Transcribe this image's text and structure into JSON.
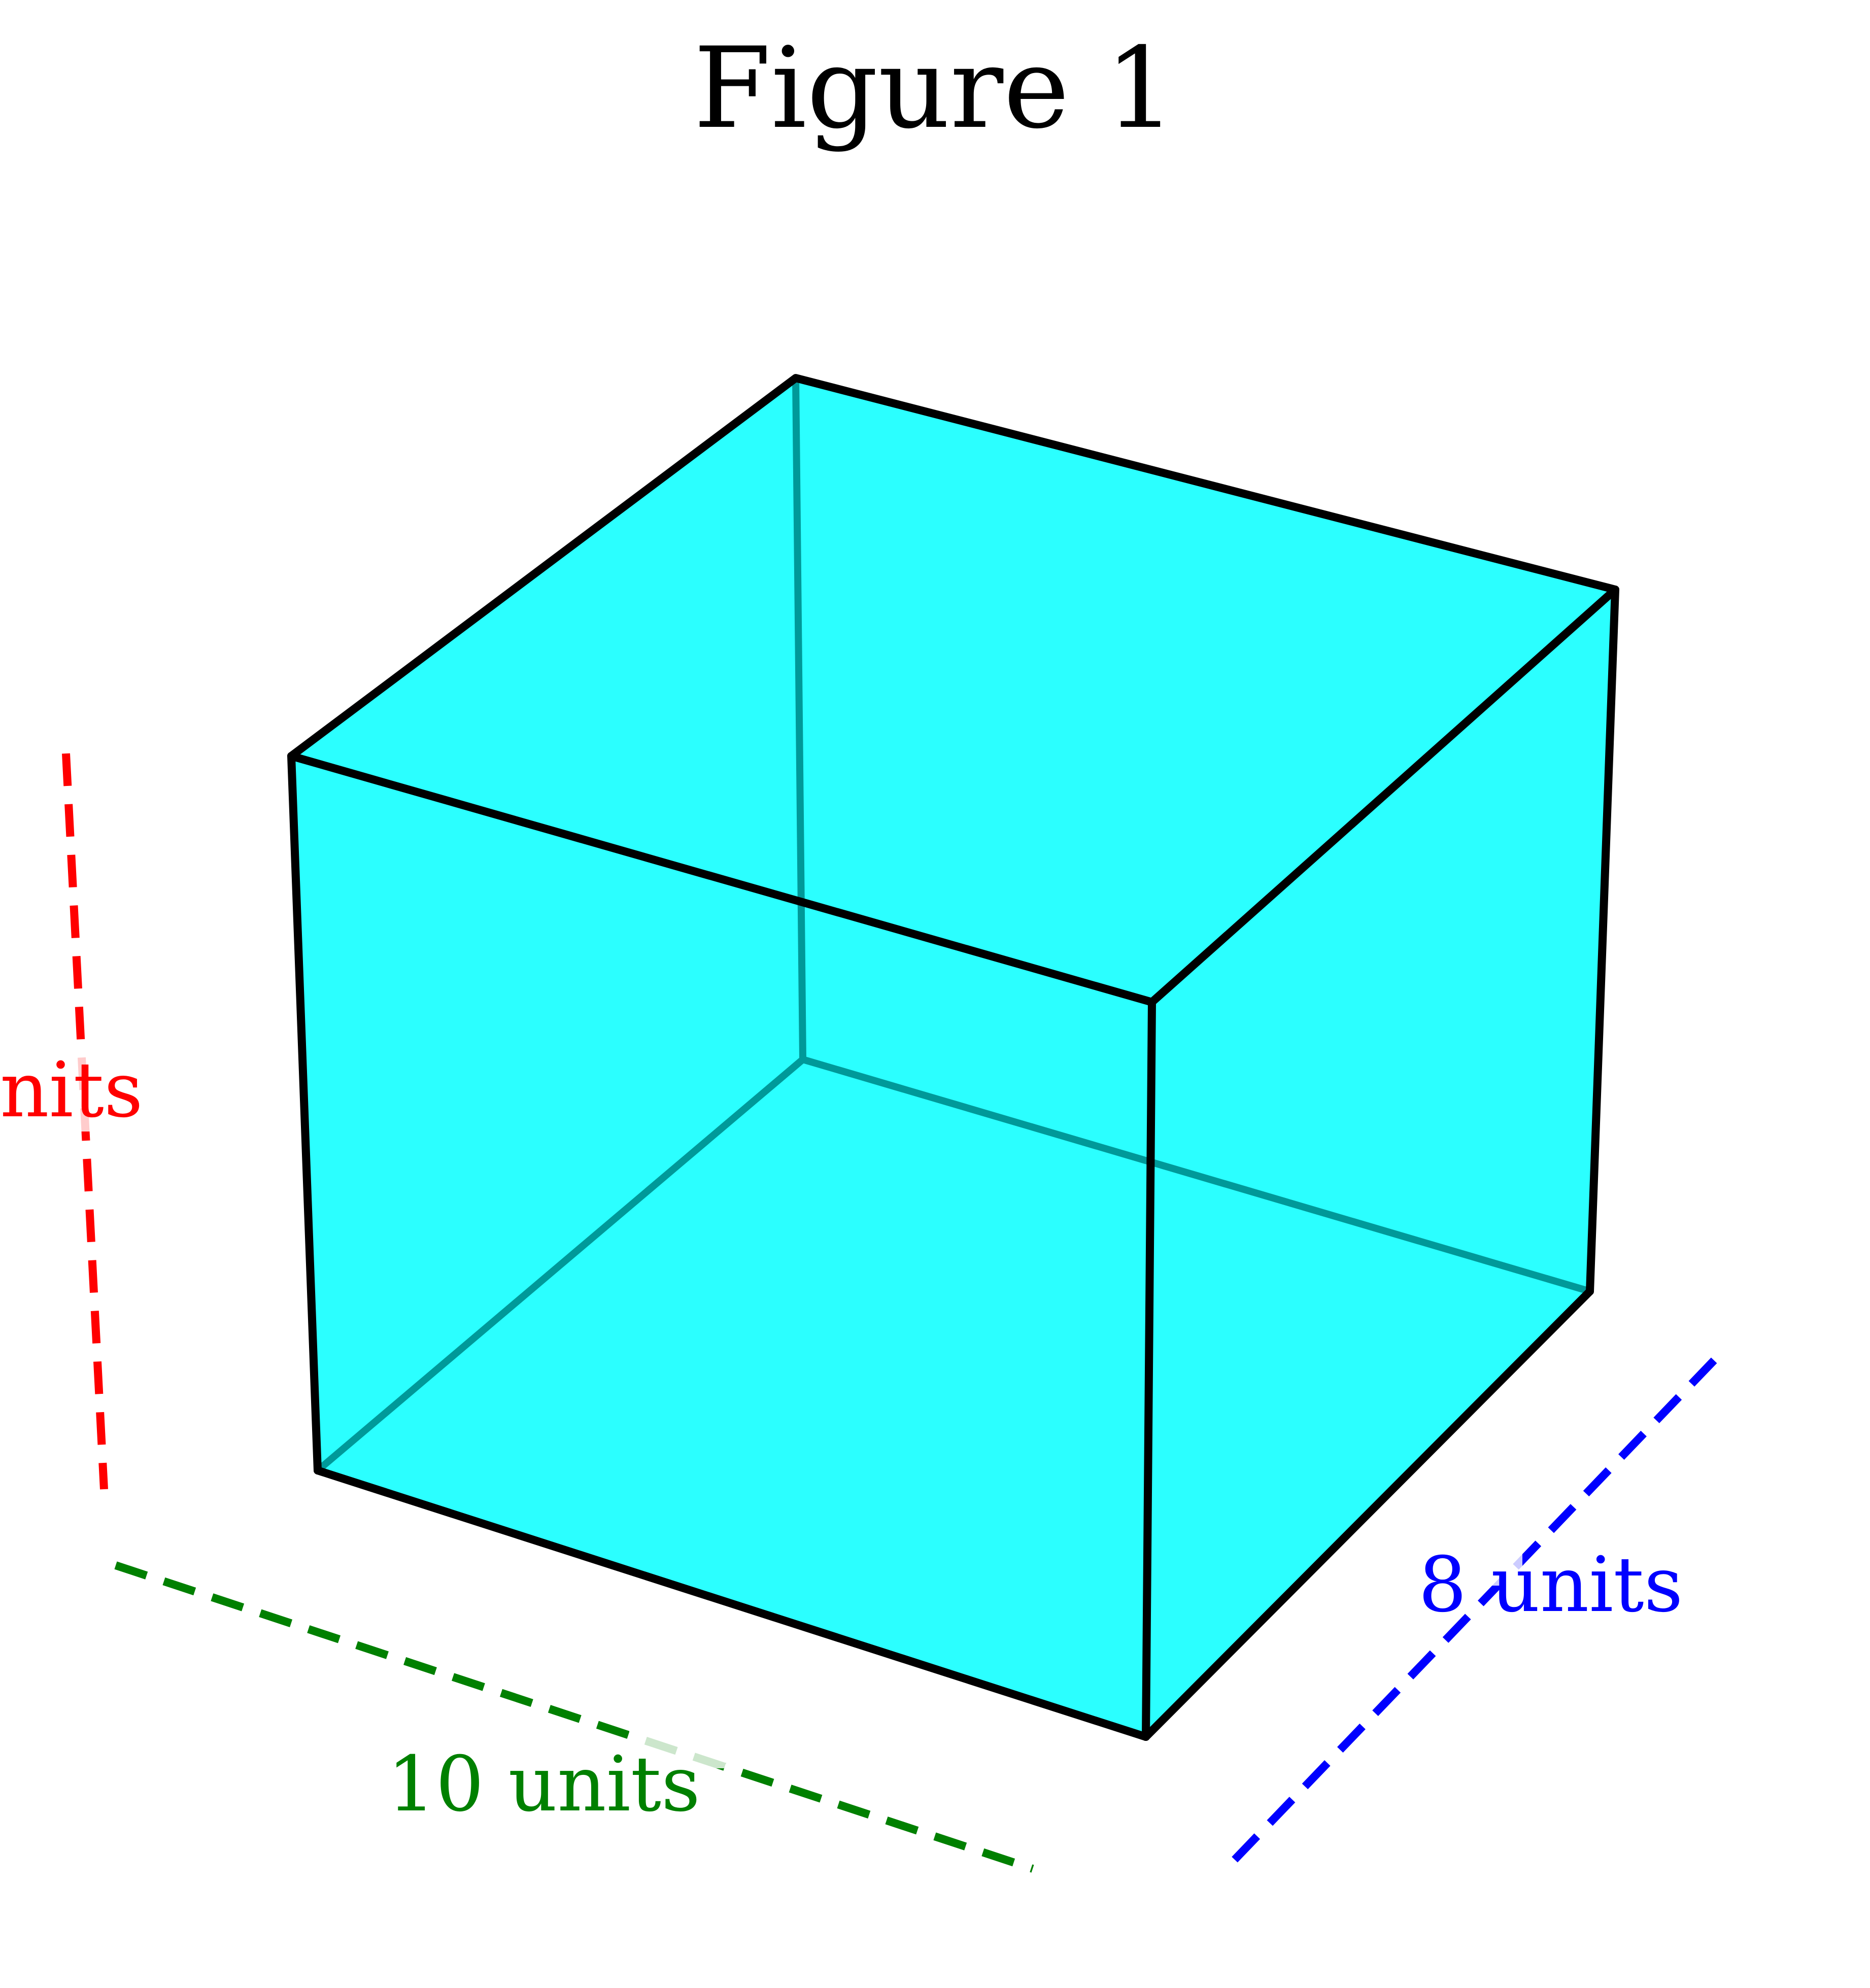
{
  "figure": {
    "title": "Figure 1"
  },
  "box": {
    "fill_color": "#2bffff",
    "edge_color": "#000000",
    "hidden_edge_color": "#009999"
  },
  "dimensions": {
    "height": {
      "label": "units",
      "visible_label": "nits",
      "color": "#ff0000"
    },
    "width": {
      "label": "10 units",
      "color": "#008000"
    },
    "depth": {
      "label": "8 units",
      "color": "#0000ff"
    }
  }
}
